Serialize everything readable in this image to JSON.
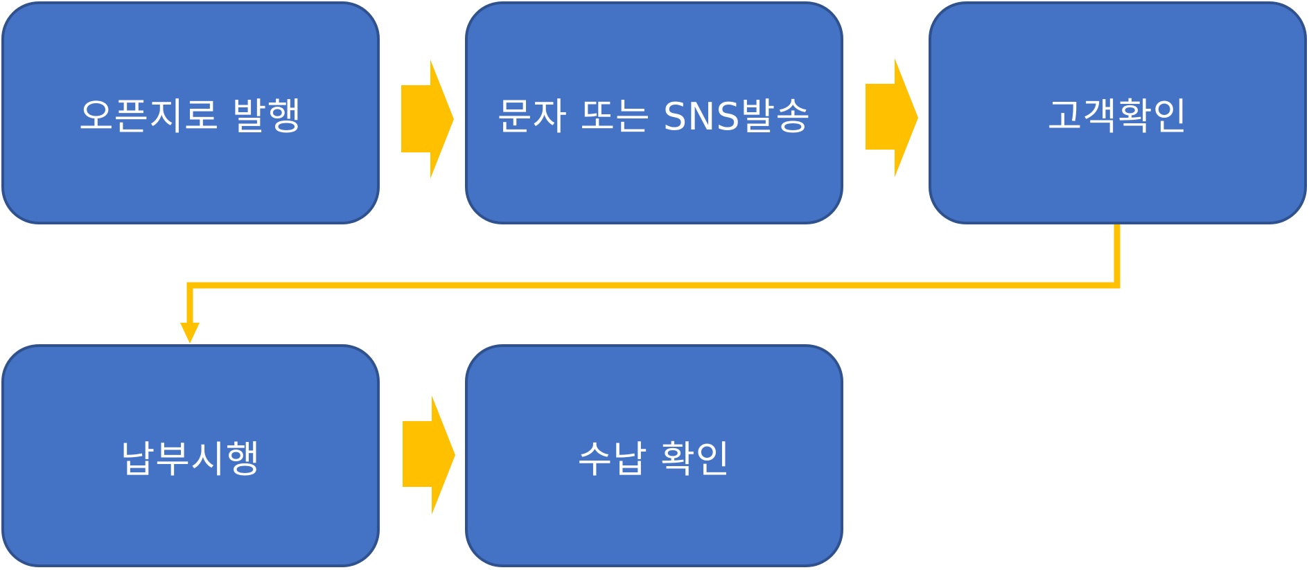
{
  "diagram": {
    "steps": [
      {
        "label": "오픈지로 발행"
      },
      {
        "label": "문자 또는 SNS발송"
      },
      {
        "label": "고객확인"
      },
      {
        "label": "납부시행"
      },
      {
        "label": "수납 확인"
      }
    ],
    "colors": {
      "box_fill": "#4472C4",
      "box_border": "#2F528F",
      "box_text": "#FFFFFF",
      "arrow": "#FFC000",
      "background": "#FFFFFF"
    }
  }
}
